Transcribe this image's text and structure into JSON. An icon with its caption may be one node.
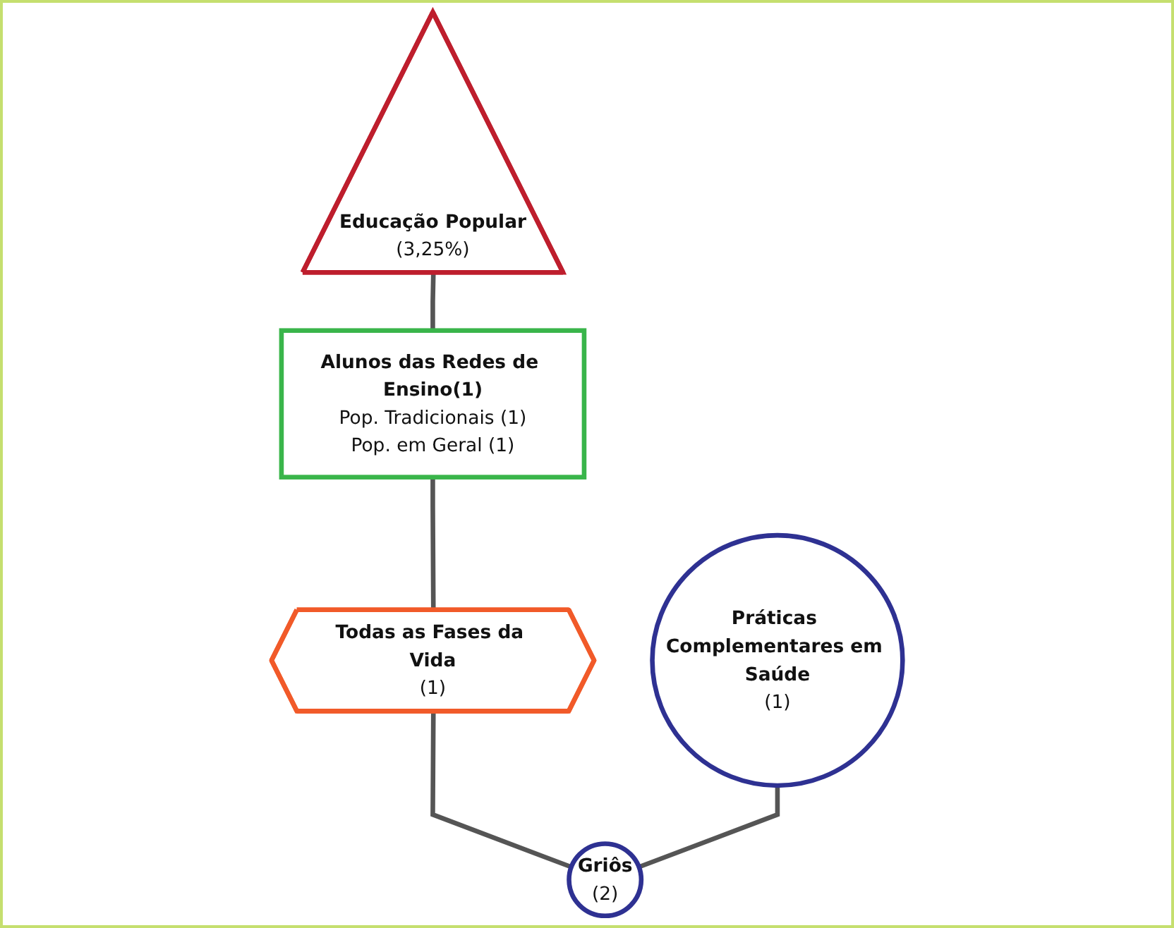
{
  "diagram": {
    "nodes": [
      {
        "text": [
          "Educação Popular",
          "(3,25%)"
        ]
      },
      {
        "text": [
          "Alunos das Redes de Ensino(1)",
          "Pop. Tradicionais (1)",
          "Pop. em Geral (1)"
        ]
      },
      {
        "text": [
          "Todas as Fases da Vida",
          "(1)"
        ]
      },
      {
        "text": [
          "Práticas Complementares em Saúde",
          "(1)"
        ]
      },
      {
        "text": [
          "Griôs",
          "(2)"
        ]
      }
    ],
    "edges": [
      {
        "from": 0,
        "to": 1,
        "arrow": "none"
      },
      {
        "from": 1,
        "to": 2,
        "arrow": "none"
      },
      {
        "from": 2,
        "to": 4,
        "arrow": "none"
      },
      {
        "from": 3,
        "to": 4,
        "arrow": "none"
      }
    ]
  }
}
